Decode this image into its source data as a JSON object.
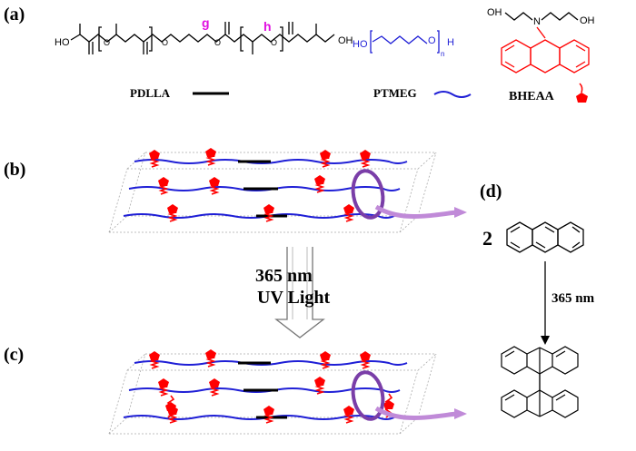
{
  "panels": {
    "a": "(a)",
    "b": "(b)",
    "c": "(c)",
    "d": "(d)"
  },
  "molecules": {
    "pdlla": {
      "name": "PDLLA",
      "legend_color": "#000000"
    },
    "ptmeg": {
      "name": "PTMEG",
      "legend_color": "#1f1fd6",
      "formula_ho": "HO",
      "formula_o": "O",
      "formula_h": "H",
      "formula_n": "n"
    },
    "bheaa": {
      "name": "BHEAA",
      "legend_color": "#ff0000",
      "atom_n": "N",
      "oh_left": "OH",
      "oh_right": "OH"
    }
  },
  "pdlla_atoms": {
    "ho": "HO",
    "label_g": "g",
    "label_h": "h",
    "label_color": "#e010e0",
    "oh": "OH"
  },
  "reaction": {
    "wavelength": "365 nm",
    "light": "UV Light",
    "stoich": "2",
    "small_wavelength": "365 nm"
  },
  "colors": {
    "chain": "#1f1fd6",
    "hard_segment": "#000000",
    "crosslink": "#ff0000",
    "highlight": "#7a3ea8",
    "arrow": "#c08ad8"
  }
}
